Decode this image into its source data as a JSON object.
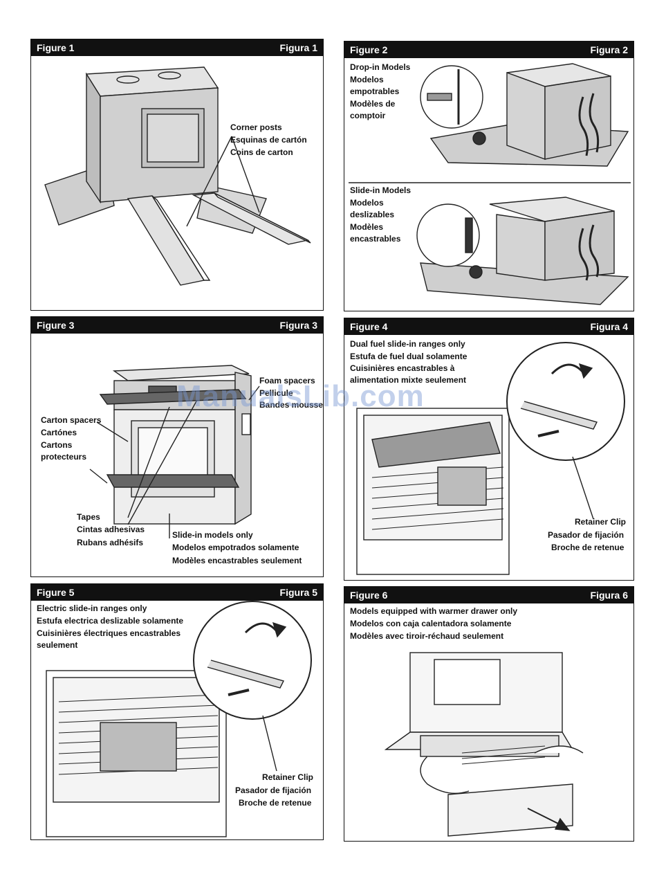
{
  "watermark": "ManualsLib.com",
  "figures": [
    {
      "title_en": "Figure 1",
      "title_es": "Figura 1",
      "labels": [
        "Corner posts",
        "Esquinas de cartón",
        "Coins de carton"
      ]
    },
    {
      "title_en": "Figure 2",
      "title_es": "Figura 2",
      "dropin": [
        "Drop-in Models",
        "Modelos",
        "empotrables",
        "Modèles de",
        "comptoir"
      ],
      "slidein": [
        "Slide-in Models",
        "Modelos",
        "deslizables",
        "Modèles",
        "encastrables"
      ]
    },
    {
      "title_en": "Figure 3",
      "title_es": "Figura 3",
      "foam": [
        "Foam spacers",
        "Pellicule",
        "Bandes mousse"
      ],
      "carton": [
        "Carton spacers",
        "Cartónes",
        "Cartons",
        "protecteurs"
      ],
      "tapes": [
        "Tapes",
        "Cintas adhesivas",
        "Rubans adhésifs"
      ],
      "slidein": [
        "Slide-in models only",
        "Modelos empotrados solamente",
        "Modèles encastrables seulement"
      ]
    },
    {
      "title_en": "Figure 4",
      "title_es": "Figura 4",
      "caption": [
        "Dual fuel slide-in ranges only",
        "Estufa de fuel dual solamente",
        "Cuisinières encastrables à",
        "alimentation mixte seulement"
      ],
      "clip": [
        "Retainer Clip",
        "Pasador de fijación",
        "Broche de retenue"
      ]
    },
    {
      "title_en": "Figure 5",
      "title_es": "Figura 5",
      "caption": [
        "Electric slide-in ranges only",
        "Estufa electrica deslizable solamente",
        "Cuisinières électriques encastrables",
        "seulement"
      ],
      "clip": [
        "Retainer Clip",
        "Pasador de fijación",
        "Broche de retenue"
      ]
    },
    {
      "title_en": "Figure 6",
      "title_es": "Figura 6",
      "caption": [
        "Models equipped with warmer drawer only",
        "Modelos con caja calentadora solamente",
        "Modèles avec tiroir-réchaud seulement"
      ]
    }
  ]
}
